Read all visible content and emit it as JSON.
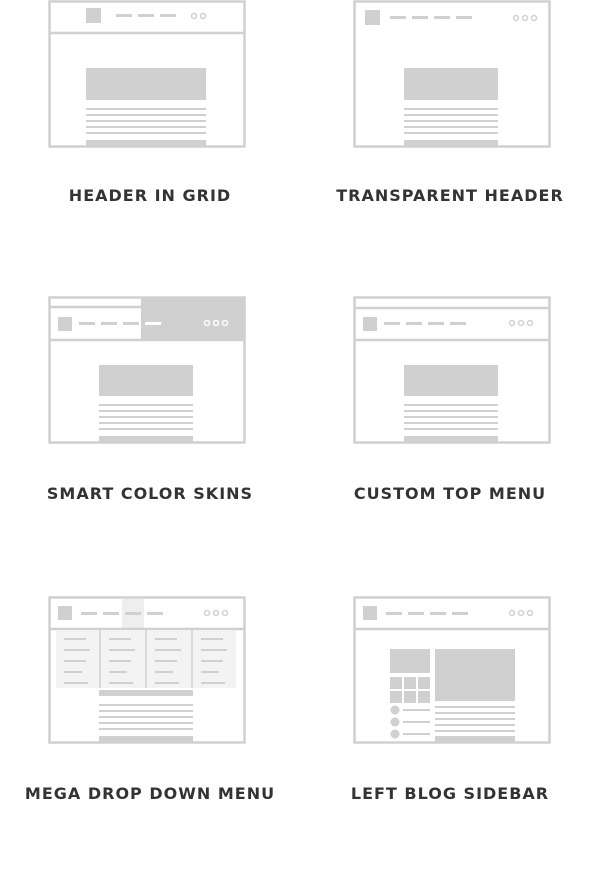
{
  "features": [
    {
      "title": "HEADER IN GRID"
    },
    {
      "title": "TRANSPARENT HEADER"
    },
    {
      "title": "SMART COLOR SKINS"
    },
    {
      "title": "CUSTOM TOP MENU"
    },
    {
      "title": "MEGA DROP DOWN MENU"
    },
    {
      "title": "LEFT BLOG SIDEBAR"
    }
  ],
  "colors": {
    "line": "#d0d0d0",
    "fill": "#d0d0d0",
    "soft": "#eeeeee",
    "text": "#333333",
    "bg": "#ffffff"
  }
}
